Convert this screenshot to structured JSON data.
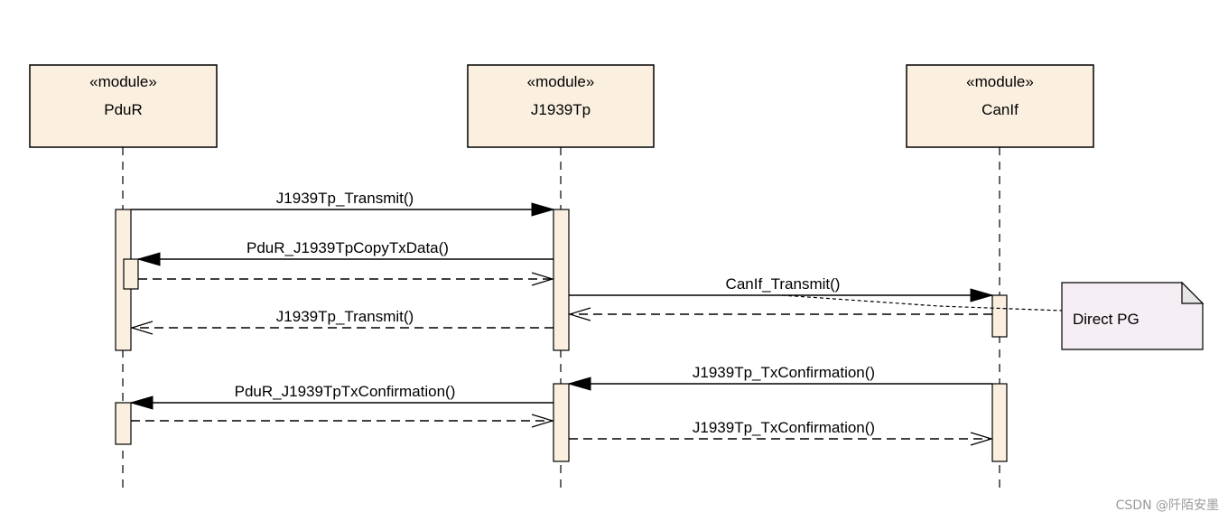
{
  "modules": [
    {
      "id": "pdur",
      "stereotype": "«module»",
      "name": "PduR"
    },
    {
      "id": "j1939tp",
      "stereotype": "«module»",
      "name": "J1939Tp"
    },
    {
      "id": "canif",
      "stereotype": "«module»",
      "name": "CanIf"
    }
  ],
  "messages": [
    {
      "label": "J1939Tp_Transmit()",
      "from": "pdur",
      "to": "j1939tp",
      "kind": "call"
    },
    {
      "label": "PduR_J1939TpCopyTxData()",
      "from": "j1939tp",
      "to": "pdur",
      "kind": "call"
    },
    {
      "label": "",
      "from": "pdur",
      "to": "j1939tp",
      "kind": "return"
    },
    {
      "label": "CanIf_Transmit()",
      "from": "j1939tp",
      "to": "canif",
      "kind": "call"
    },
    {
      "label": "",
      "from": "canif",
      "to": "j1939tp",
      "kind": "return"
    },
    {
      "label": "J1939Tp_Transmit()",
      "from": "j1939tp",
      "to": "pdur",
      "kind": "return"
    },
    {
      "label": "J1939Tp_TxConfirmation()",
      "from": "canif",
      "to": "j1939tp",
      "kind": "call"
    },
    {
      "label": "PduR_J1939TpTxConfirmation()",
      "from": "j1939tp",
      "to": "pdur",
      "kind": "call"
    },
    {
      "label": "",
      "from": "pdur",
      "to": "j1939tp",
      "kind": "return"
    },
    {
      "label": "J1939Tp_TxConfirmation()",
      "from": "j1939tp",
      "to": "canif",
      "kind": "return"
    }
  ],
  "note": {
    "text": "Direct PG"
  },
  "watermark": "CSDN @阡陌安墨"
}
